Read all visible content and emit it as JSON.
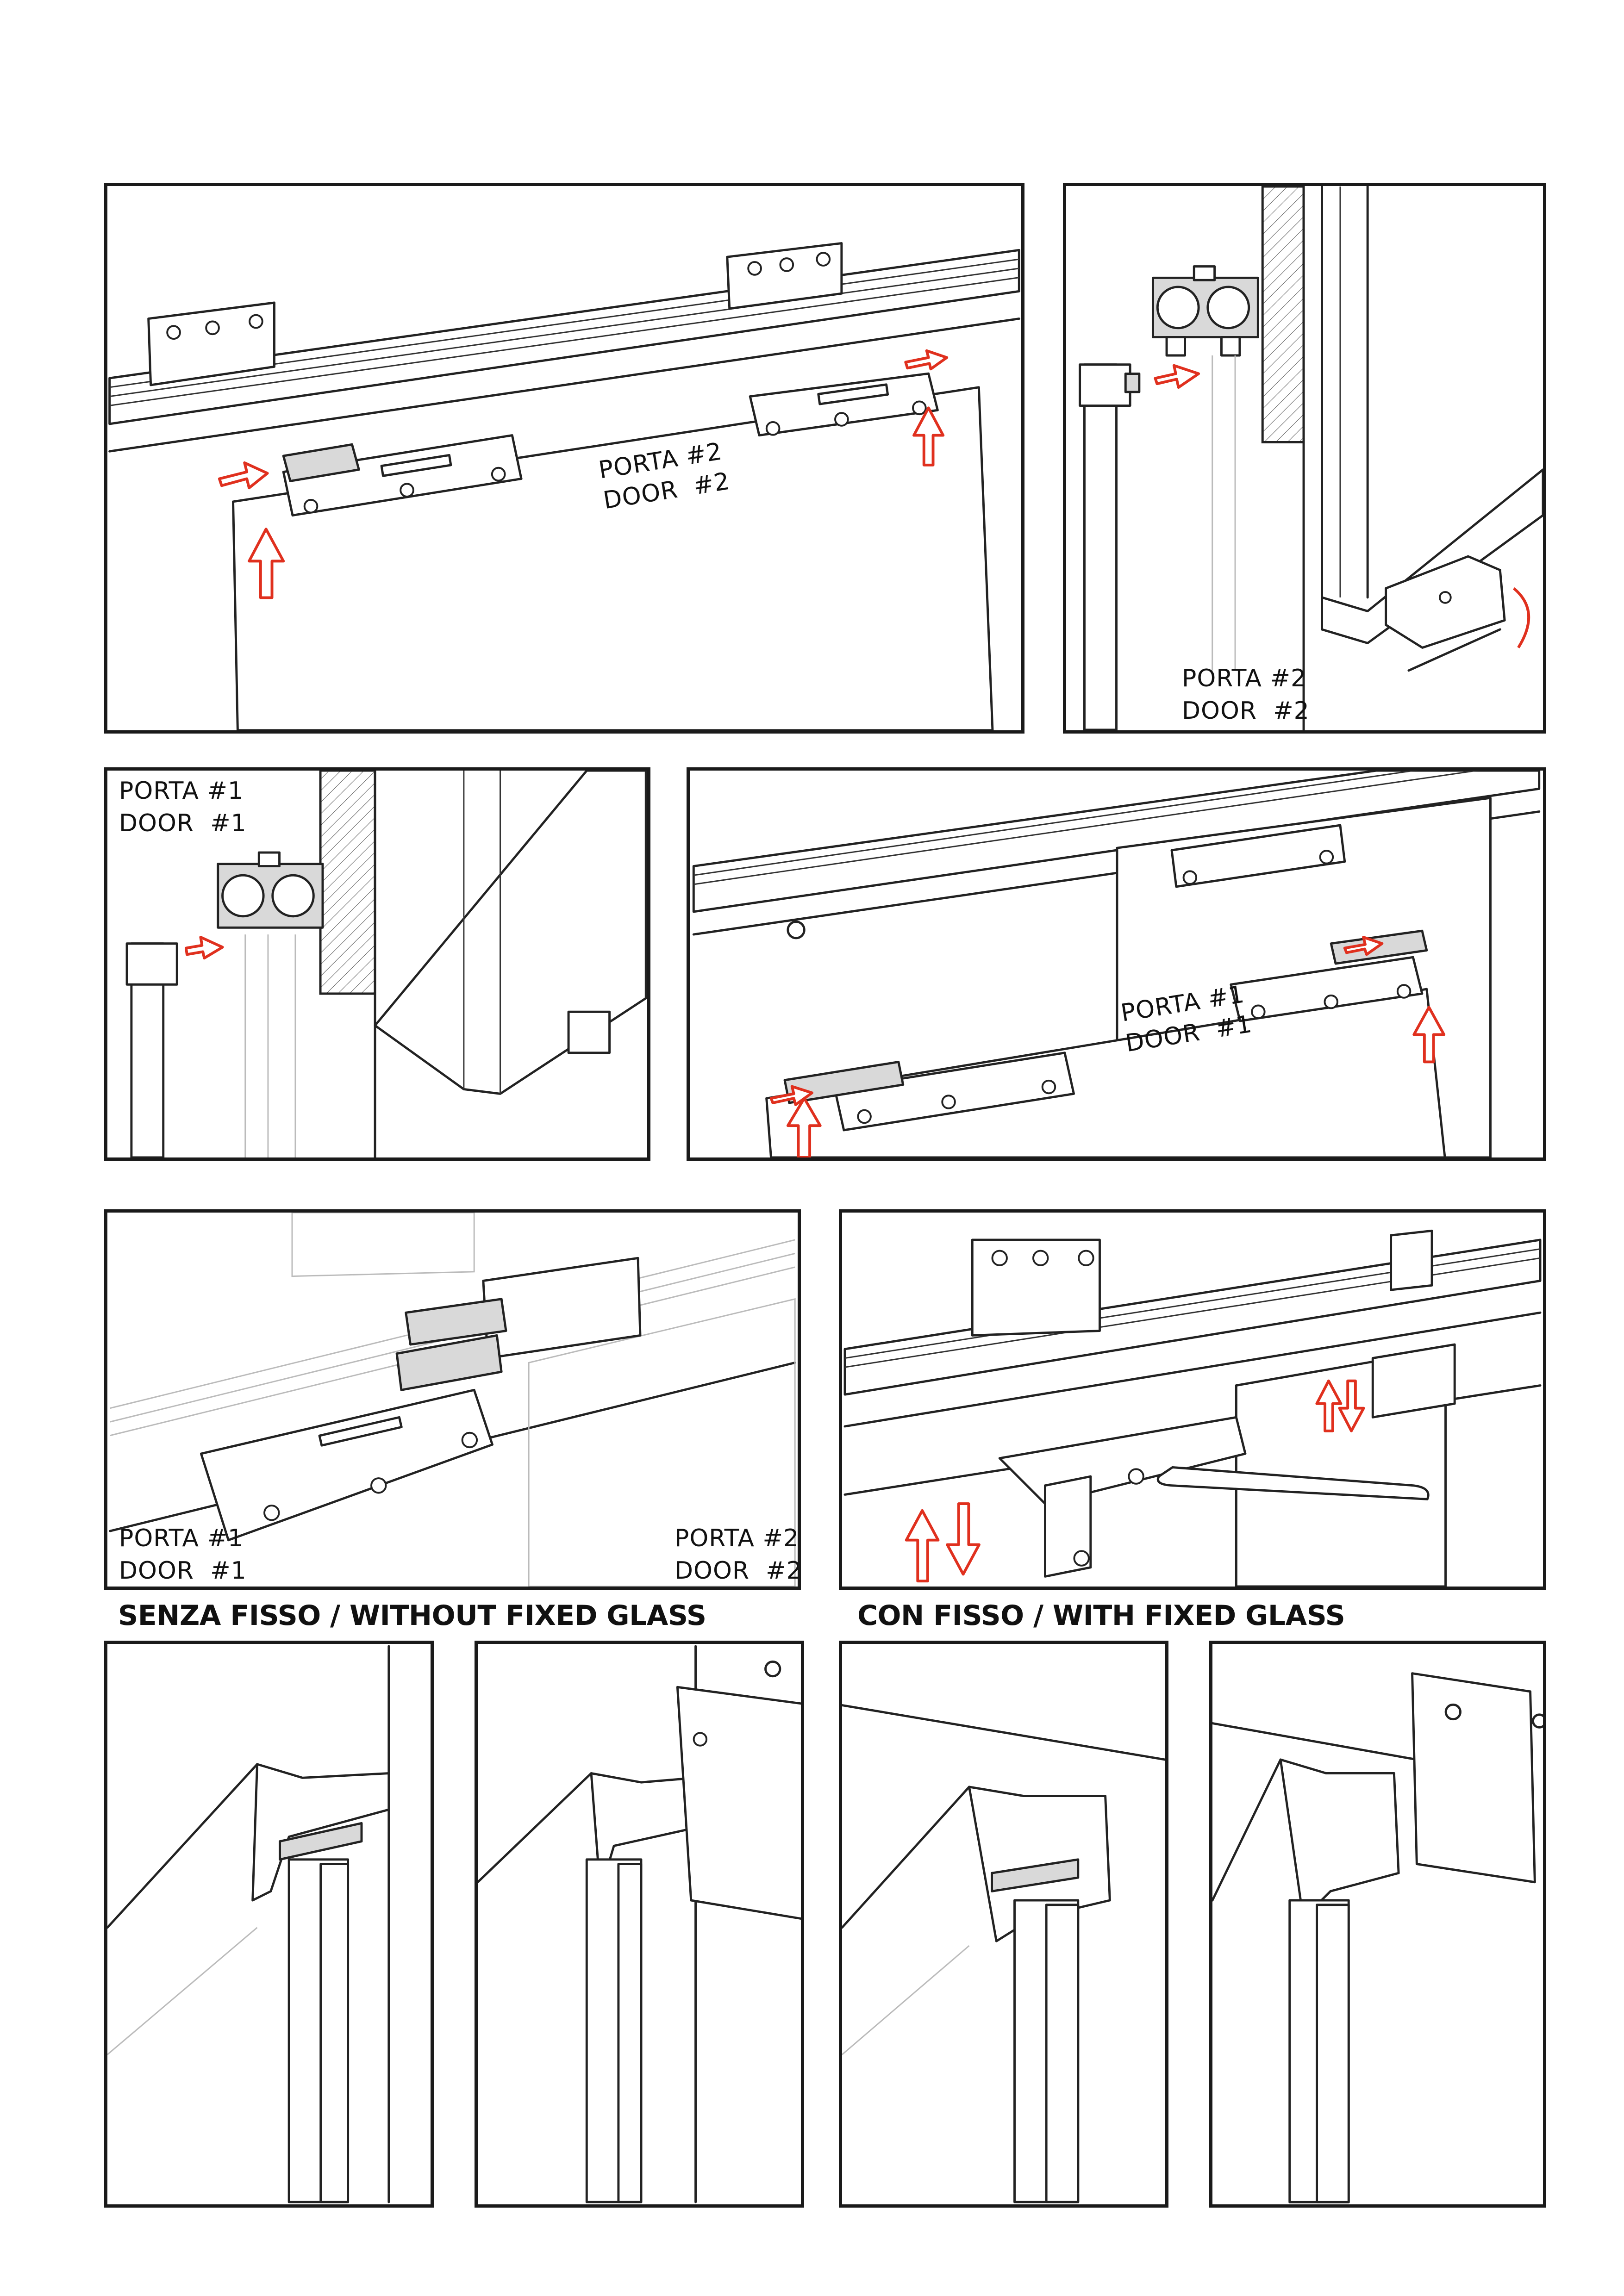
{
  "labels": {
    "door2_it": "PORTA #2",
    "door2_en": "DOOR  #2",
    "door1_it": "PORTA #1",
    "door1_en": "DOOR  #1"
  },
  "headings": {
    "without_fixed": "SENZA FISSO / WITHOUT FIXED GLASS",
    "with_fixed": "CON FISSO / WITH FIXED GLASS"
  },
  "colors": {
    "line": "#1a1a1a",
    "arrow": "#e0301e",
    "background": "#ffffff"
  },
  "icons": [
    "red-arrow-icon",
    "rotation-arrow-icon",
    "hex-key-icon",
    "spanner-icon",
    "screw-icon"
  ]
}
